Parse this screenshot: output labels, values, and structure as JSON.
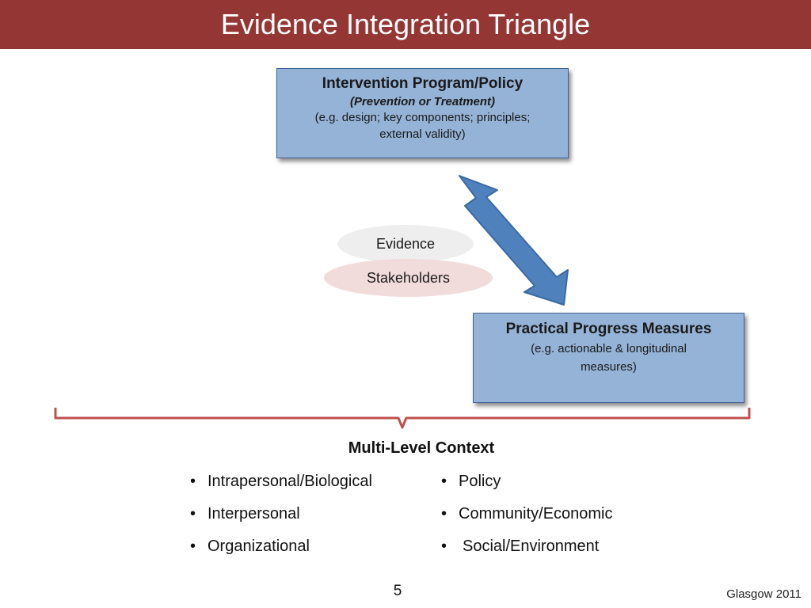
{
  "title": "Evidence Integration Triangle",
  "boxes": {
    "intervention": {
      "title": "Intervention Program/Policy",
      "subtitle": "(Prevention or Treatment)",
      "desc_line1": "(e.g. design; key components; principles;",
      "desc_line2": "external validity)"
    },
    "measures": {
      "title": "Practical Progress Measures",
      "desc_line1": "(e.g. actionable & longitudinal",
      "desc_line2": "measures)"
    }
  },
  "ellipses": {
    "evidence": "Evidence",
    "stakeholders": "Stakeholders"
  },
  "context": {
    "title": "Multi-Level Context",
    "left": [
      "Intrapersonal/Biological",
      "Interpersonal",
      "Organizational"
    ],
    "right": [
      "Policy",
      "Community/Economic",
      "Social/Environment"
    ],
    "bullet": "•"
  },
  "footer": {
    "page_number": "5",
    "citation": "Glasgow 2011"
  },
  "colors": {
    "title_bar": "#943634",
    "box_fill": "#95b3d7",
    "arrow_fill": "#4f81bd",
    "brace": "#c0504d"
  }
}
